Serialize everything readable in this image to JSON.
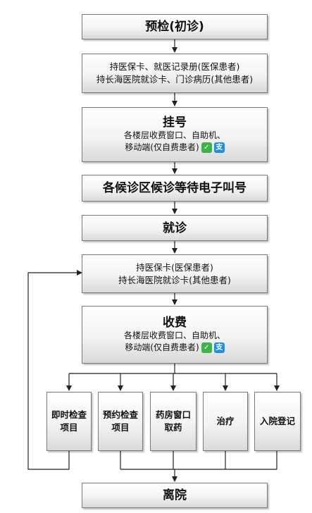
{
  "steps": {
    "pre_check": "预检(初诊)",
    "docs_line1": "持医保卡、就医记录册(医保患者)",
    "docs_line2": "持长海医院就诊卡、门诊病历(其他患者)",
    "register_title": "挂号",
    "register_line1": "各楼层收费窗口、自助机、",
    "register_line2": "移动端(仅自费患者)",
    "wait": "各候诊区候诊等待电子叫号",
    "consult": "就诊",
    "card_line1": "持医保卡(医保患者)",
    "card_line2": "持长海医院就诊卡(其他患者)",
    "pay_title": "收费",
    "pay_line1": "各楼层收费窗口、自助机、",
    "pay_line2": "移动端(仅自费患者)",
    "leave": "离院"
  },
  "options": [
    {
      "line1": "即时检查",
      "line2": "项目"
    },
    {
      "line1": "预约检查",
      "line2": "项目"
    },
    {
      "line1": "药房窗口",
      "line2": "取药"
    },
    {
      "line1": "治疗",
      "line2": ""
    },
    {
      "line1": "入院登记",
      "line2": ""
    }
  ],
  "icons": {
    "wechat": "wechat-pay-icon",
    "alipay": "alipay-icon",
    "wechat_color": "#3bb44a",
    "alipay_color": "#1e8ee6"
  }
}
